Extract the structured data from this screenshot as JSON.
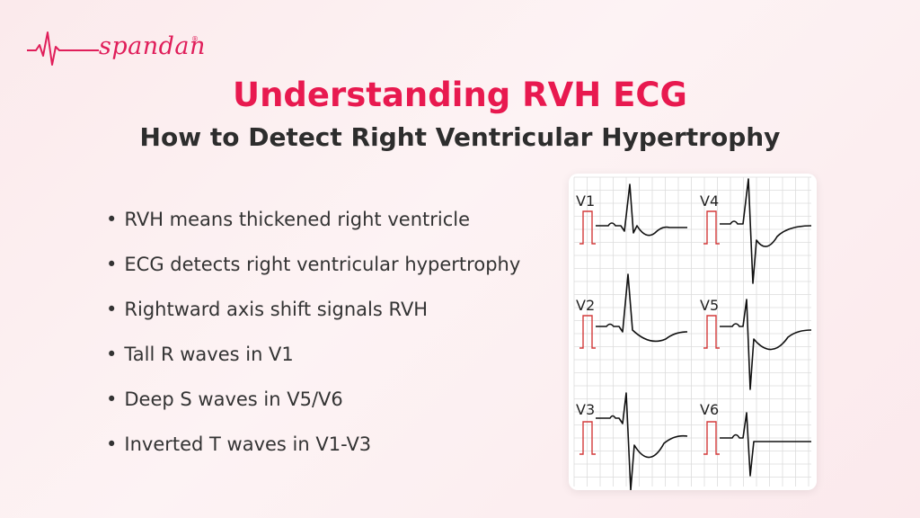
{
  "brand": {
    "name": "spandan",
    "registered": "®",
    "color": "#e01e5a"
  },
  "heading": {
    "title": "Understanding RVH ECG",
    "subtitle": "How to Detect Right Ventricular Hypertrophy"
  },
  "bullets": [
    "RVH means thickened right ventricle",
    "ECG detects right ventricular hypertrophy",
    "Rightward axis shift signals RVH",
    "Tall R waves in V1",
    "Deep S waves in V5/V6",
    "Inverted T waves in V1-V3"
  ],
  "ecg": {
    "leads": [
      "V1",
      "V2",
      "V3",
      "V4",
      "V5",
      "V6"
    ],
    "grid_color": "#dcdcdc",
    "trace_color": "#111111",
    "calibration_color": "#d33a3a"
  },
  "colors": {
    "accent": "#e8194f",
    "text": "#333333"
  }
}
